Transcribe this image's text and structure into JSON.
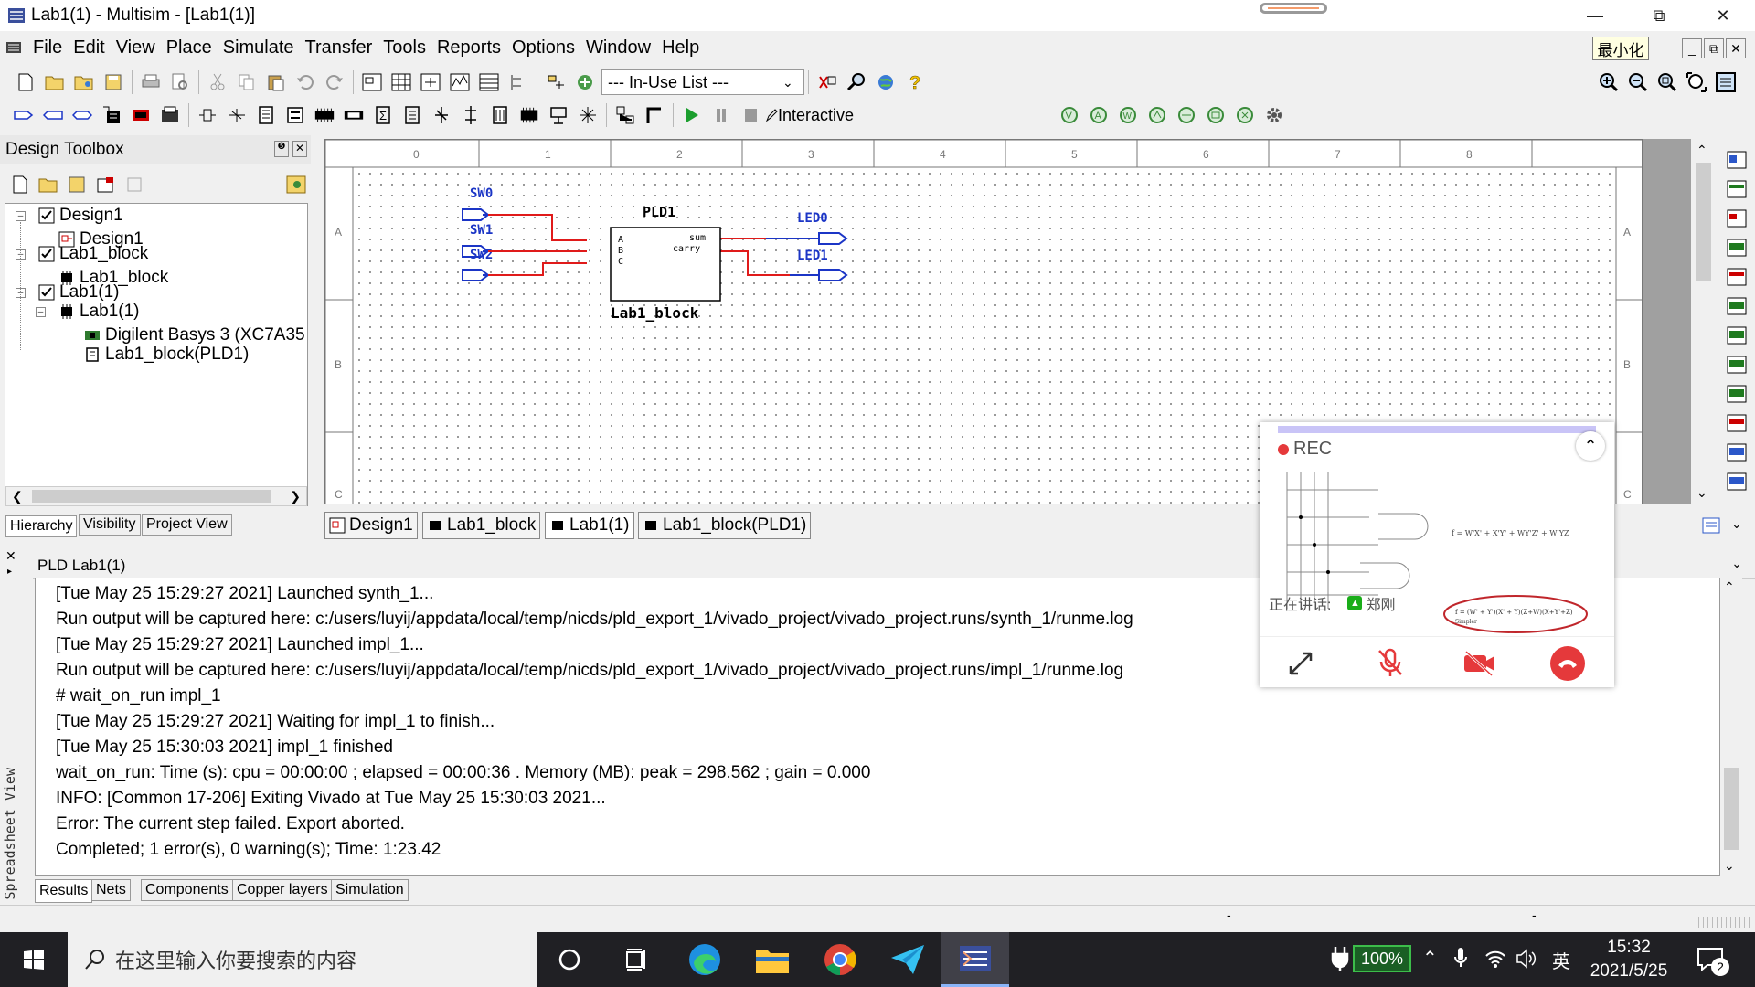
{
  "window": {
    "title": "Lab1(1) - Multisim - [Lab1(1)]",
    "restore_tooltip": "最小化"
  },
  "menu": [
    "File",
    "Edit",
    "View",
    "Place",
    "Simulate",
    "Transfer",
    "Tools",
    "Reports",
    "Options",
    "Window",
    "Help"
  ],
  "toolbar": {
    "inuse_label": "--- In-Use List ---",
    "mode_label": "Interactive"
  },
  "design_toolbox": {
    "title": "Design Toolbox",
    "tree": [
      {
        "label": "Design1"
      },
      {
        "label": "Design1"
      },
      {
        "label": "Lab1_block"
      },
      {
        "label": "Lab1_block"
      },
      {
        "label": "Lab1(1)"
      },
      {
        "label": "Lab1(1)"
      },
      {
        "label": "Digilent Basys 3 (XC7A35"
      },
      {
        "label": "Lab1_block(PLD1)"
      }
    ],
    "tabs": [
      "Hierarchy",
      "Visibility",
      "Project View"
    ]
  },
  "schematic": {
    "col_labels": [
      "0",
      "1",
      "2",
      "3",
      "4",
      "5",
      "6",
      "7",
      "8"
    ],
    "row_labels": [
      "A",
      "B",
      "C"
    ],
    "inputs": [
      "SW0",
      "SW1",
      "SW2"
    ],
    "outputs": [
      "LED0",
      "LED1"
    ],
    "block_refdes": "PLD1",
    "block_name": "Lab1_block",
    "block_pins_left": [
      "A",
      "B",
      "C"
    ],
    "block_pins_right": [
      "sum",
      "carry"
    ]
  },
  "sheet_tabs": [
    "Design1",
    "Lab1_block",
    "Lab1(1)",
    "Lab1_block(PLD1)"
  ],
  "output": {
    "title": "PLD Lab1(1)",
    "lines": [
      "[Tue May 25 15:29:27 2021] Launched synth_1...",
      "Run output will be captured here: c:/users/luyij/appdata/local/temp/nicds/pld_export_1/vivado_project/vivado_project.runs/synth_1/runme.log",
      "[Tue May 25 15:29:27 2021] Launched impl_1...",
      "Run output will be captured here: c:/users/luyij/appdata/local/temp/nicds/pld_export_1/vivado_project/vivado_project.runs/impl_1/runme.log",
      "# wait_on_run impl_1",
      "[Tue May 25 15:29:27 2021] Waiting for impl_1 to finish...",
      "[Tue May 25 15:30:03 2021] impl_1 finished",
      "wait_on_run: Time (s): cpu = 00:00:00 ; elapsed = 00:00:36 . Memory (MB): peak = 298.562 ; gain = 0.000",
      "INFO: [Common 17-206] Exiting Vivado at Tue May 25 15:30:03 2021...",
      "Error: The current step failed. Export aborted.",
      "Completed;  1 error(s), 0 warning(s);  Time: 1:23.42"
    ],
    "tabs": [
      "Results",
      "Nets",
      "Components",
      "Copper layers",
      "Simulation"
    ],
    "side_label": "Spreadsheet View"
  },
  "meeting": {
    "rec_label": "REC",
    "speaking_label": "正在讲话:",
    "speaker": "郑刚",
    "slide_formula_1": "f = W'X' + X'Y' + WY'Z' + W'YZ",
    "slide_formula_2": "f = (W' + Y')(X' + Y)(Z+W)(X+Y'+Z)",
    "slide_note": "Simpler"
  },
  "taskbar": {
    "search_placeholder": "在这里输入你要搜索的内容",
    "battery": "100%",
    "ime": "英",
    "time": "15:32",
    "date": "2021/5/25",
    "notif_count": "2"
  }
}
